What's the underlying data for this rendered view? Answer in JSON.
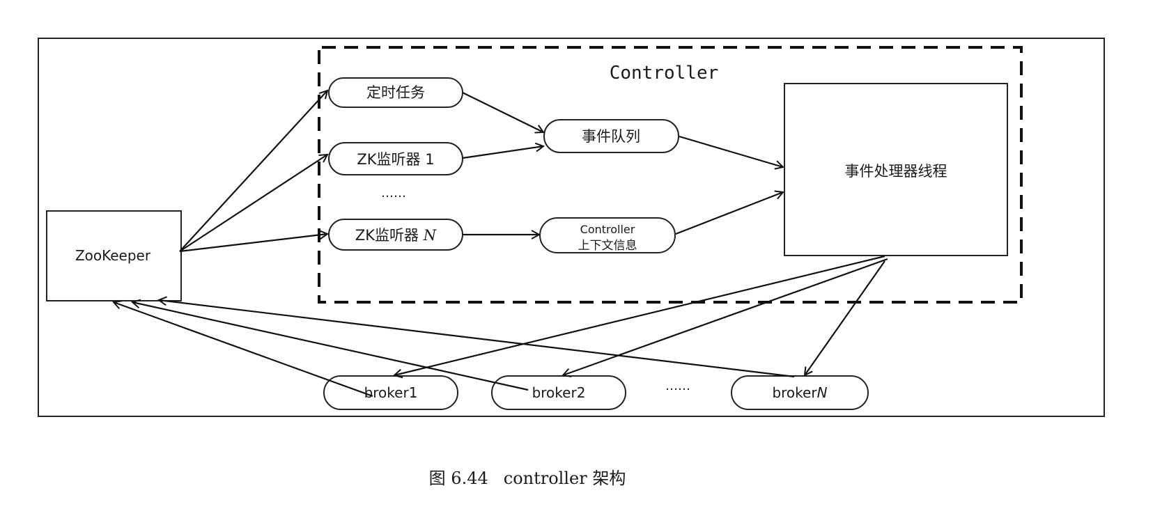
{
  "diagram": {
    "container_label": "Controller",
    "zookeeper": {
      "label": "ZooKeeper"
    },
    "sources": [
      {
        "id": "timer-task",
        "label": "定时任务"
      },
      {
        "id": "zk-listener-1",
        "label": "ZK监听器 1"
      },
      {
        "id": "zk-listener-n",
        "label_prefix": "ZK监听器 ",
        "label_var": "N"
      }
    ],
    "sources_ellipsis": "……",
    "event_queue": {
      "label": "事件队列"
    },
    "controller_context": {
      "line1": "Controller",
      "line2": "上下文信息"
    },
    "event_processor": {
      "label": "事件处理器线程"
    },
    "brokers": [
      {
        "id": "broker1",
        "label": "broker1"
      },
      {
        "id": "broker2",
        "label": "broker2"
      },
      {
        "id": "brokerN",
        "label_prefix": "broker",
        "label_var": "N"
      }
    ],
    "brokers_ellipsis": "……",
    "edges": [
      {
        "from": "zookeeper",
        "to": "timer-task"
      },
      {
        "from": "zookeeper",
        "to": "zk-listener-1"
      },
      {
        "from": "zookeeper",
        "to": "zk-listener-n"
      },
      {
        "from": "timer-task",
        "to": "event-queue"
      },
      {
        "from": "zk-listener-1",
        "to": "event-queue"
      },
      {
        "from": "zk-listener-n",
        "to": "controller-context"
      },
      {
        "from": "event-queue",
        "to": "event-processor"
      },
      {
        "from": "controller-context",
        "to": "event-processor"
      },
      {
        "from": "event-processor",
        "to": "broker1"
      },
      {
        "from": "event-processor",
        "to": "broker2"
      },
      {
        "from": "event-processor",
        "to": "brokerN"
      },
      {
        "from": "broker1",
        "to": "zookeeper"
      },
      {
        "from": "broker2",
        "to": "zookeeper"
      },
      {
        "from": "brokerN",
        "to": "zookeeper"
      }
    ]
  },
  "caption": {
    "figure_number": "图 6.44",
    "title": "controller 架构"
  }
}
